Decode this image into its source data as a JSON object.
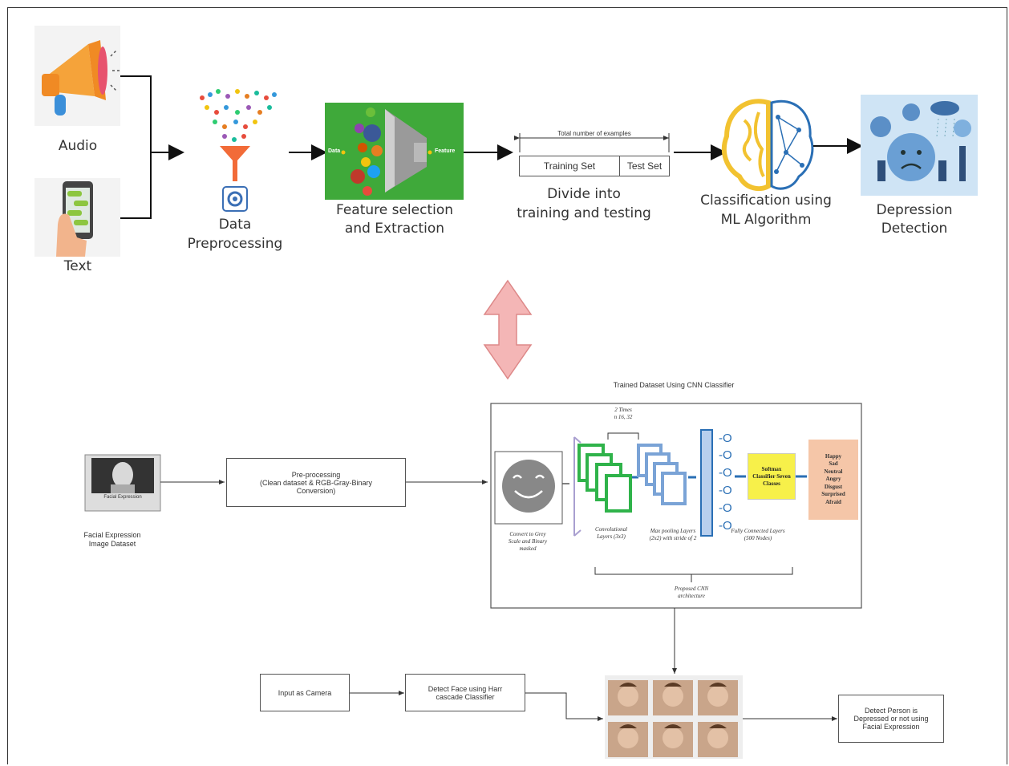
{
  "top_flow": {
    "audio_label": "Audio",
    "text_label": "Text",
    "preprocessing_label_1": "Data",
    "preprocessing_label_2": "Preprocessing",
    "feature_box_left": "Data",
    "feature_box_right": "Feature",
    "feature_label_1": "Feature selection",
    "feature_label_2": "and Extraction",
    "split_header": "Total number of examples",
    "training_set": "Training Set",
    "test_set": "Test Set",
    "divide_label_1": "Divide into",
    "divide_label_2": "training and testing",
    "classification_label_1": "Classification using",
    "classification_label_2": "ML Algorithm",
    "depression_label_1": "Depression",
    "depression_label_2": "Detection"
  },
  "bottom_flow": {
    "cnn_title": "Trained Dataset Using CNN Classifier",
    "facial_inner_label": "Facial Expression",
    "dataset_label_1": "Facial Expression",
    "dataset_label_2": "Image Dataset",
    "preprocess_1": "Pre-processing",
    "preprocess_2": "(Clean dataset & RGB-Gray-Binary",
    "preprocess_3": "Conversion)",
    "times_label": "2 Times",
    "times_sub": "n 16, 32",
    "convert_label": "Convert to Grey Scale and Binary masked",
    "conv_label": "Convolutional Layers (3x3)",
    "pool_label": "Max pooling Layers (2x2) with stride of 2",
    "fc_label": "Fully Connected Layers (500 Nodes)",
    "softmax_label": "Softmax Classifier Seven Classes",
    "classes": [
      "Happy",
      "Sad",
      "Neutral",
      "Angry",
      "Disgust",
      "Surprised",
      "Afraid"
    ],
    "architecture_label": "Proposed CNN architecture",
    "camera_label": "Input as Camera",
    "detect_face_1": "Detect Face using Harr",
    "detect_face_2": "cascade Classifier",
    "result_1": "Detect Person is",
    "result_2": "Depressed or not using",
    "result_3": "Facial Expression"
  },
  "colors": {
    "feature_green": "#3fa93a",
    "brain_yellow": "#f2c230",
    "brain_blue": "#2a6fb5",
    "double_arrow": "#f4b6b6",
    "softmax_yellow": "#f7f04a",
    "classes_peach": "#f5c6a8",
    "fc_blue": "#7aa3d6"
  }
}
